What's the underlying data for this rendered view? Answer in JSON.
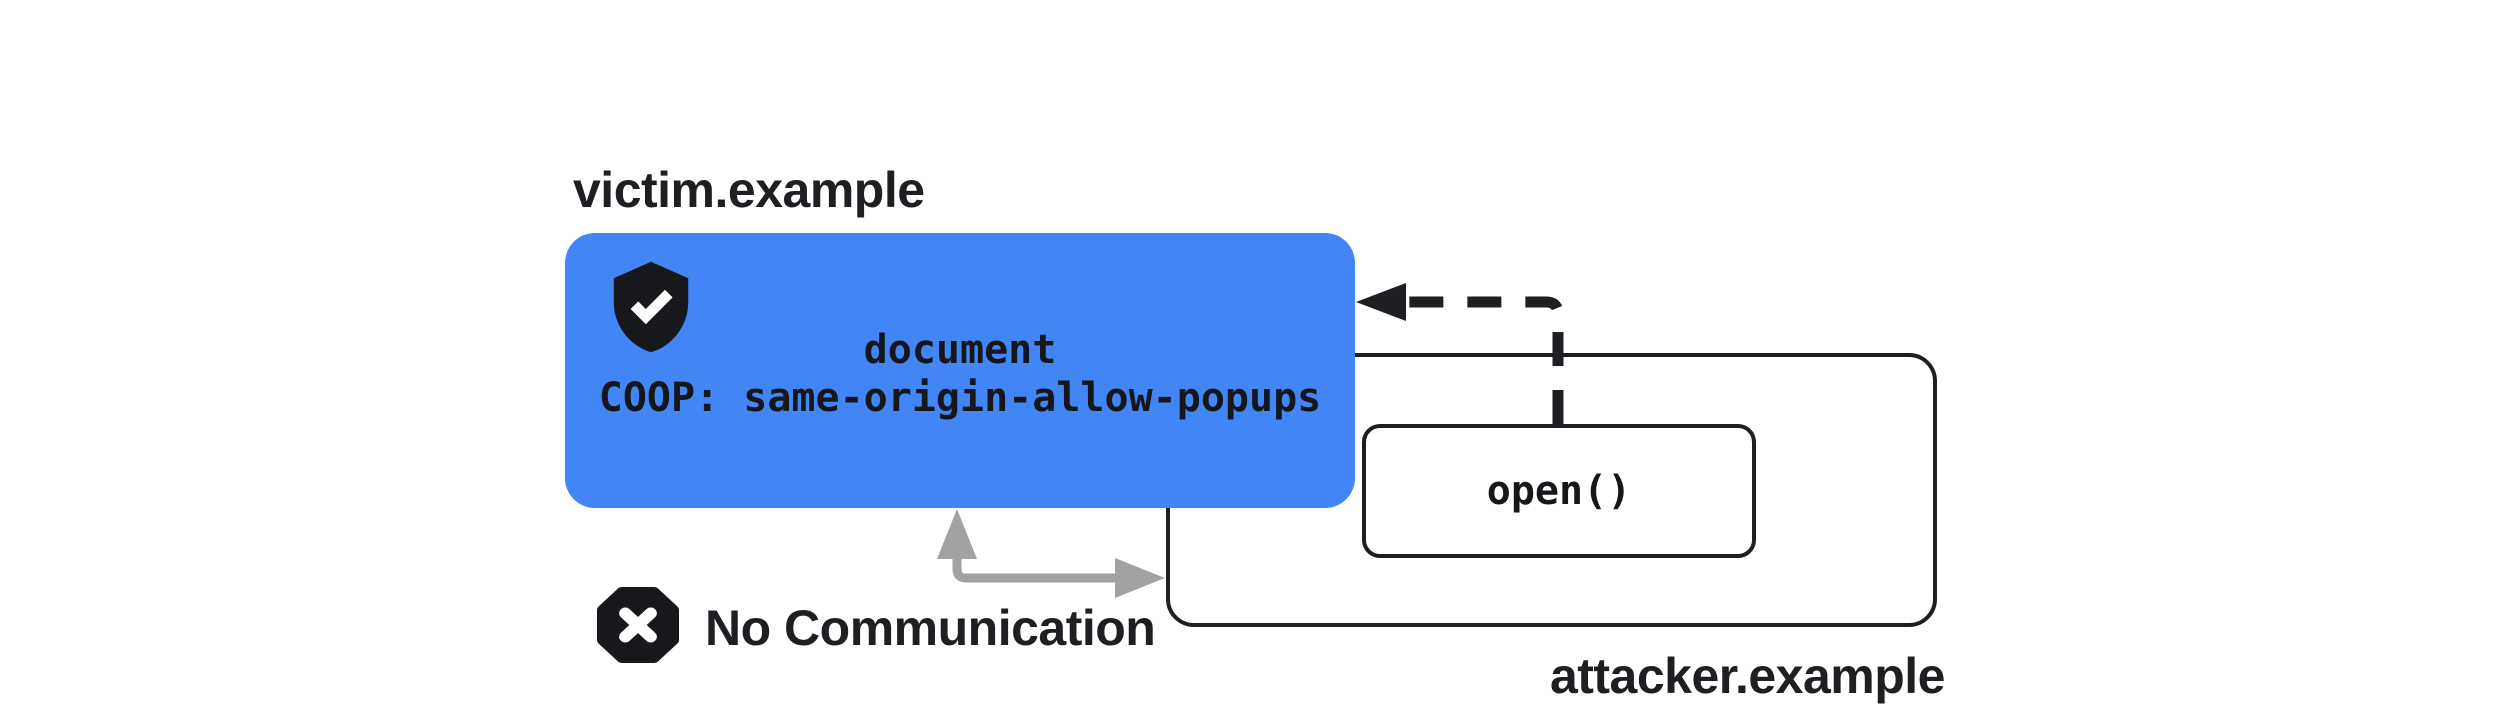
{
  "colors": {
    "accent_blue": "#4285F4",
    "ink_black": "#1d1f23",
    "arrow_gray": "#a2a2a2",
    "canvas_white": "#ffffff"
  },
  "victim": {
    "label": "victim.example",
    "document_title": "document",
    "coop_header": "COOP: same-origin-allow-popups",
    "icon": "shield-check-icon"
  },
  "attacker": {
    "label": "attacker.example",
    "open_call": "open()"
  },
  "no_communication": {
    "label": "No Communication",
    "icon": "x-octagon-icon"
  }
}
